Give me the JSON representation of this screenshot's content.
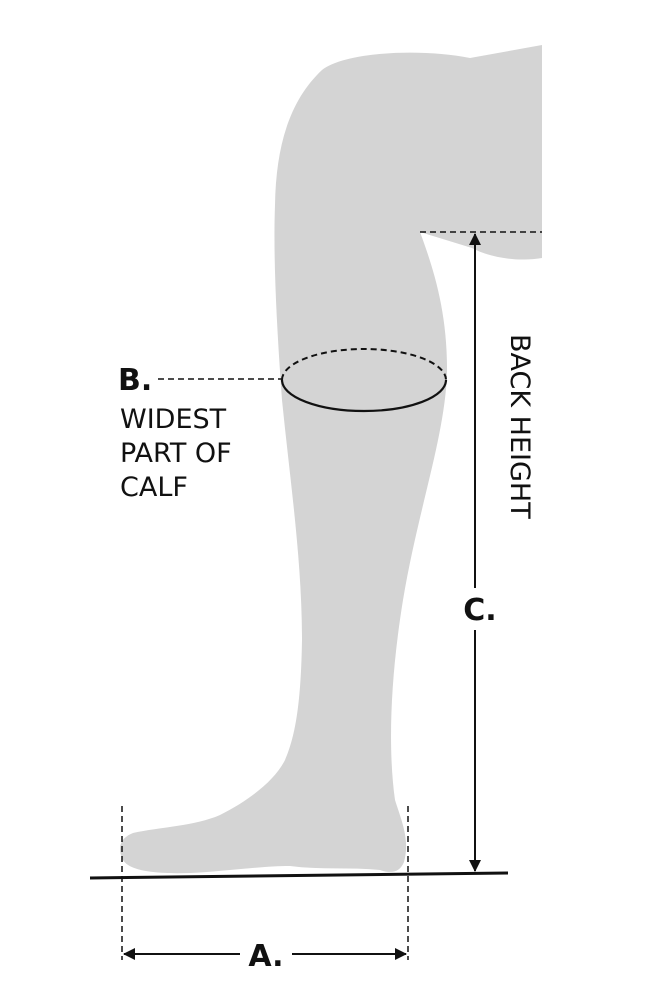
{
  "labels": {
    "a": "A.",
    "b": "B.",
    "b_desc_line1": "WIDEST",
    "b_desc_line2": "PART OF",
    "b_desc_line3": "CALF",
    "c": "C.",
    "c_desc": "BACK HEIGHT"
  },
  "colors": {
    "leg_fill": "#d4d4d4",
    "line": "#111111",
    "background": "#ffffff"
  }
}
